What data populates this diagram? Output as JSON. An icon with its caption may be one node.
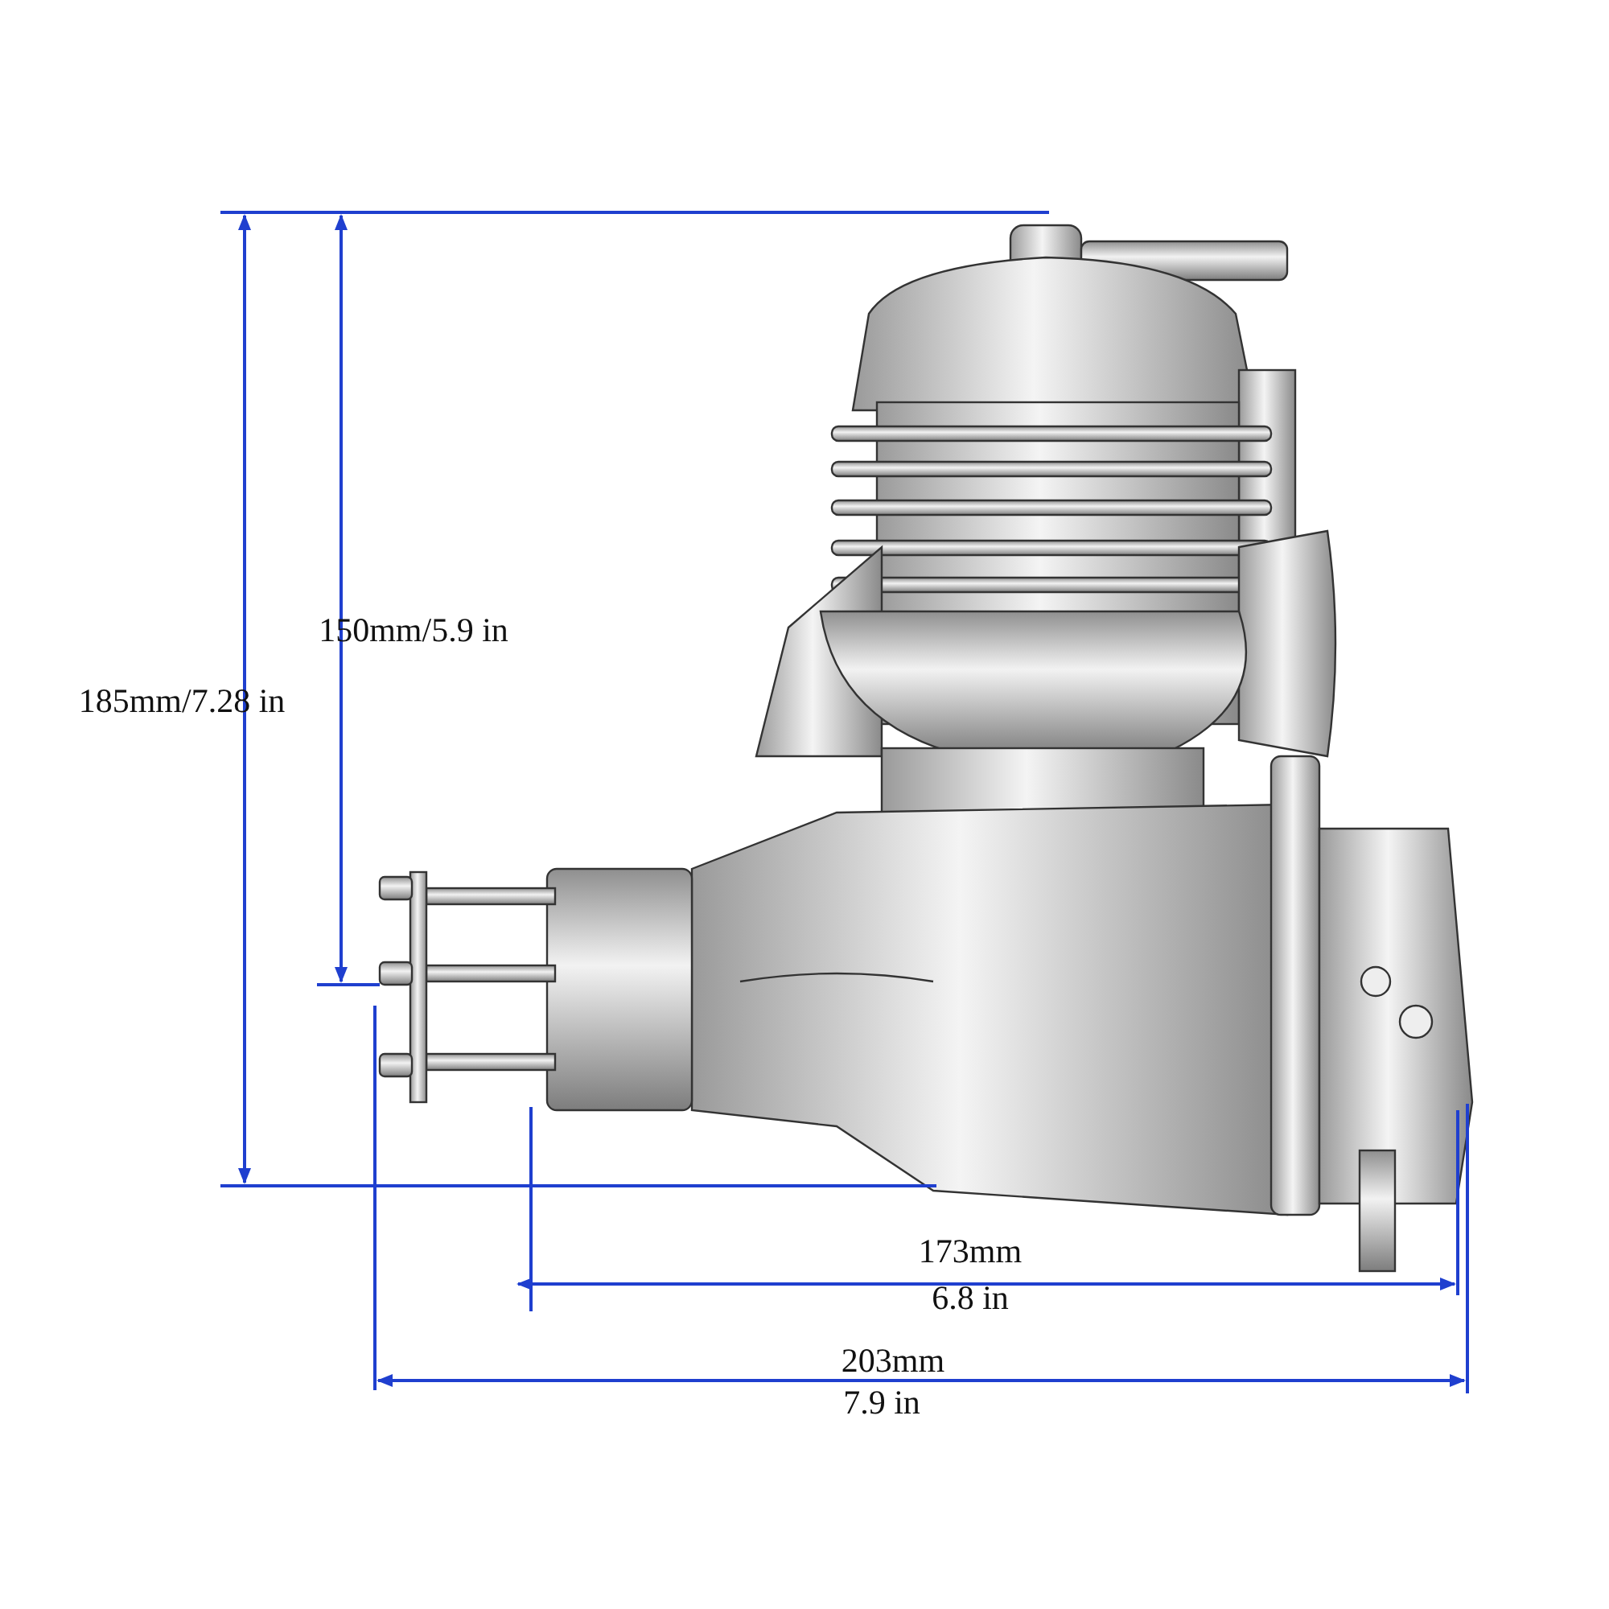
{
  "diagram": {
    "labels": [
      "150mm/5.9 in",
      "185mm/7.28 in",
      "173mm",
      "6.8 in",
      "203mm",
      "7.9 in"
    ]
  }
}
